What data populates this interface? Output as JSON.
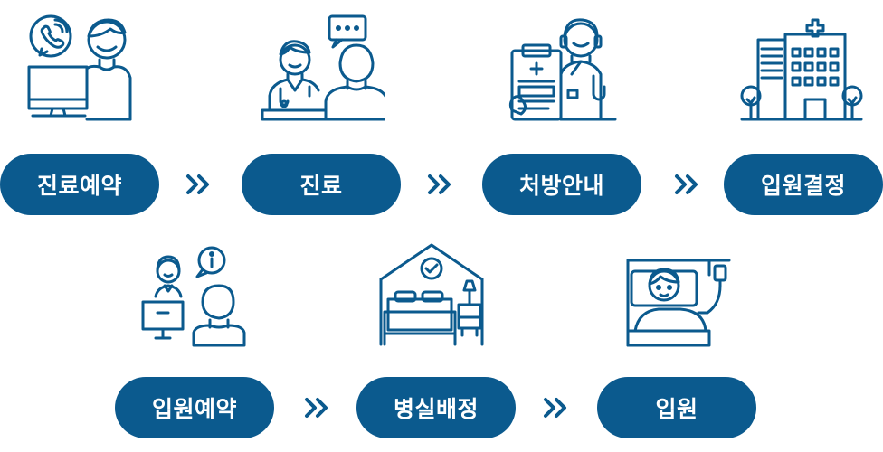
{
  "colors": {
    "primary": "#0b5a8e",
    "text_on_primary": "#ffffff",
    "background": "#ffffff"
  },
  "row1": {
    "steps": [
      {
        "label": "진료예약",
        "icon": "phone-reservation-icon"
      },
      {
        "label": "진료",
        "icon": "doctor-consultation-icon"
      },
      {
        "label": "처방안내",
        "icon": "prescription-nurse-icon"
      },
      {
        "label": "입원결정",
        "icon": "hospital-building-icon"
      }
    ]
  },
  "row2": {
    "steps": [
      {
        "label": "입원예약",
        "icon": "reception-desk-info-icon"
      },
      {
        "label": "병실배정",
        "icon": "hospital-room-bed-icon"
      },
      {
        "label": "입원",
        "icon": "patient-in-bed-icon"
      }
    ]
  },
  "connector_icon": "double-chevron-right-icon"
}
